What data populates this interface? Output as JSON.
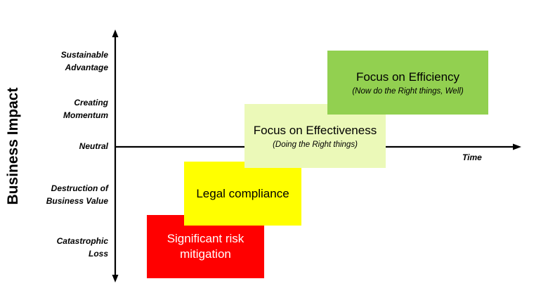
{
  "y_axis_title": "Business Impact",
  "x_axis_label": "Time",
  "levels": [
    "Sustainable\nAdvantage",
    "Creating\nMomentum",
    "Neutral",
    "Destruction of\nBusiness Value",
    "Catastrophic\nLoss"
  ],
  "stages": [
    {
      "title": "Significant risk\nmitigation",
      "subtitle": "",
      "color": "#ff0000",
      "text_color": "#ffffff"
    },
    {
      "title": "Legal compliance",
      "subtitle": "",
      "color": "#ffff00",
      "text_color": "#000000"
    },
    {
      "title": "Focus on Effectiveness",
      "subtitle": "(Doing the Right things)",
      "color": "#ebf9b8",
      "text_color": "#000000"
    },
    {
      "title": "Focus on Efficiency",
      "subtitle": "(Now do the Right things, Well)",
      "color": "#92d050",
      "text_color": "#000000"
    }
  ]
}
